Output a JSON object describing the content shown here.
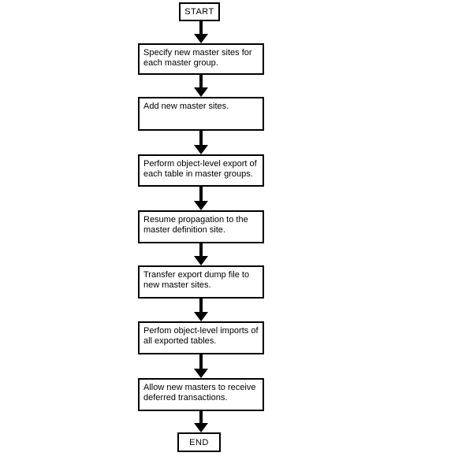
{
  "flowchart": {
    "start_label": "START",
    "end_label": "END",
    "steps": [
      {
        "lines": [
          "Specify new master sites for",
          "each master group."
        ]
      },
      {
        "lines": [
          "Add new master sites."
        ]
      },
      {
        "lines": [
          "Perform object-level export of",
          "each table in master groups."
        ]
      },
      {
        "lines": [
          "Resume propagation to the",
          "master definition site."
        ]
      },
      {
        "lines": [
          "Transfer export dump file to",
          "new master sites."
        ]
      },
      {
        "lines": [
          "Perfom object-level imports of",
          "all exported tables."
        ]
      },
      {
        "lines": [
          "Allow new masters to receive",
          "deferred transactions."
        ]
      }
    ],
    "colors": {
      "border": "#000000",
      "background": "#ffffff",
      "text": "#000000"
    }
  }
}
